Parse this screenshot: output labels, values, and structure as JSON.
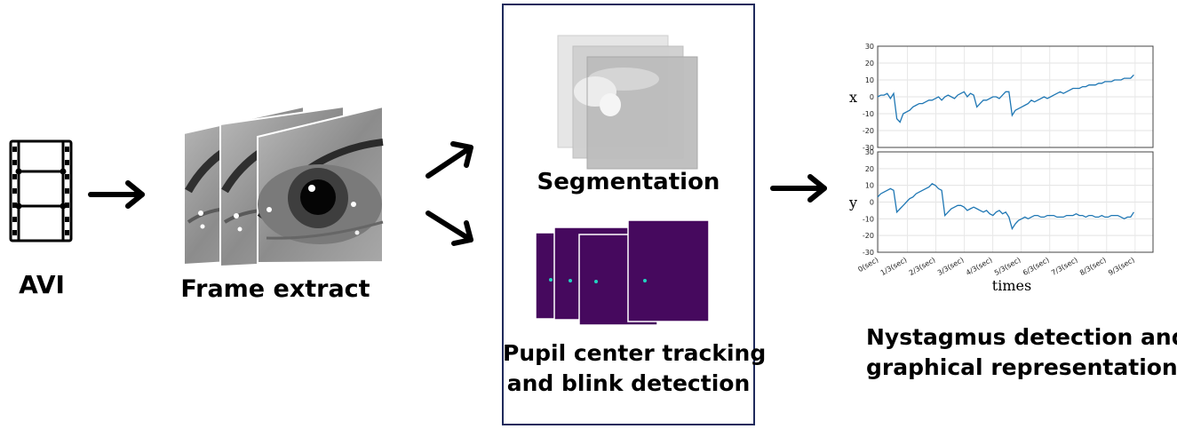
{
  "labels": {
    "avi": "AVI",
    "frame_extract": "Frame extract",
    "segmentation": "Segmentation",
    "tracking_line1": "Pupil center tracking",
    "tracking_line2": "and blink detection",
    "nystagmus_line1": "Nystagmus detection and",
    "nystagmus_line2": "graphical representation"
  },
  "icons": {
    "input": "film-strip-icon",
    "flow": "arrow-right-icon"
  },
  "colors": {
    "box_border": "#1f2a5c",
    "series_line": "#1f77b4",
    "mask_purple": "#46095e",
    "pupil_dot": "#22d3c0"
  },
  "chart_data": [
    {
      "type": "line",
      "ylabel": "x",
      "xlabel": "",
      "ylim": [
        -30,
        30
      ],
      "yticks": [
        30,
        20,
        10,
        0,
        -10,
        -20,
        -30
      ],
      "grid": true,
      "x": [
        0,
        0.05,
        0.1,
        0.15,
        0.2,
        0.25,
        0.3,
        0.35,
        0.4,
        0.45,
        0.5,
        0.55,
        0.6,
        0.65,
        0.7,
        0.75,
        0.8,
        0.85,
        0.9,
        0.95,
        1.0,
        1.05,
        1.1,
        1.15,
        1.2,
        1.25,
        1.3,
        1.35,
        1.4,
        1.45,
        1.5,
        1.55,
        1.6,
        1.65,
        1.7,
        1.75,
        1.8,
        1.85,
        1.9,
        1.95,
        2.0,
        2.05,
        2.1,
        2.15,
        2.2,
        2.25,
        2.3,
        2.35,
        2.4,
        2.45,
        2.5,
        2.55,
        2.6,
        2.65,
        2.7,
        2.75,
        2.8,
        2.85,
        2.9,
        2.95,
        3.0,
        3.05,
        3.1,
        3.15,
        3.2,
        3.25,
        3.3,
        3.35,
        3.4,
        3.45,
        3.5,
        3.55,
        3.6,
        3.65,
        3.7,
        3.75,
        3.8,
        3.85,
        3.9,
        3.95,
        4.0
      ],
      "y": [
        0,
        1,
        1,
        2,
        -1,
        2,
        -13,
        -15,
        -10,
        -9,
        -8,
        -6,
        -5,
        -4,
        -4,
        -3,
        -2,
        -2,
        -1,
        0,
        -2,
        0,
        1,
        0,
        -1,
        1,
        2,
        3,
        0,
        2,
        1,
        -6,
        -4,
        -2,
        -2,
        -1,
        0,
        0,
        -1,
        1,
        3,
        3,
        -11,
        -8,
        -7,
        -6,
        -5,
        -4,
        -2,
        -3,
        -2,
        -1,
        0,
        -1,
        0,
        1,
        2,
        3,
        2,
        3,
        4,
        5,
        5,
        5,
        6,
        6,
        7,
        7,
        7,
        8,
        8,
        9,
        9,
        9,
        10,
        10,
        10,
        11,
        11,
        11,
        13
      ]
    },
    {
      "type": "line",
      "ylabel": "y",
      "xlabel": "times",
      "ylim": [
        -30,
        30
      ],
      "yticks": [
        30,
        20,
        10,
        0,
        -10,
        -20,
        -30
      ],
      "xticks": [
        "0(sec)",
        "1/3(sec)",
        "2/3(sec)",
        "3/3(sec)",
        "4/3(sec)",
        "5/3(sec)",
        "6/3(sec)",
        "7/3(sec)",
        "8/3(sec)",
        "9/3(sec)"
      ],
      "grid": true,
      "x": [
        0,
        0.05,
        0.1,
        0.15,
        0.2,
        0.25,
        0.3,
        0.35,
        0.4,
        0.45,
        0.5,
        0.55,
        0.6,
        0.65,
        0.7,
        0.75,
        0.8,
        0.85,
        0.9,
        0.95,
        1.0,
        1.05,
        1.1,
        1.15,
        1.2,
        1.25,
        1.3,
        1.35,
        1.4,
        1.45,
        1.5,
        1.55,
        1.6,
        1.65,
        1.7,
        1.75,
        1.8,
        1.85,
        1.9,
        1.95,
        2.0,
        2.05,
        2.1,
        2.15,
        2.2,
        2.25,
        2.3,
        2.35,
        2.4,
        2.45,
        2.5,
        2.55,
        2.6,
        2.65,
        2.7,
        2.75,
        2.8,
        2.85,
        2.9,
        2.95,
        3.0,
        3.05,
        3.1,
        3.15,
        3.2,
        3.25,
        3.3,
        3.35,
        3.4,
        3.45,
        3.5,
        3.55,
        3.6,
        3.65,
        3.7,
        3.75,
        3.8,
        3.85,
        3.9,
        3.95,
        4.0
      ],
      "y": [
        3,
        5,
        6,
        7,
        8,
        7,
        -6,
        -4,
        -2,
        0,
        2,
        3,
        5,
        6,
        7,
        8,
        9,
        11,
        10,
        8,
        7,
        -8,
        -6,
        -4,
        -3,
        -2,
        -2,
        -3,
        -5,
        -4,
        -3,
        -4,
        -5,
        -6,
        -5,
        -7,
        -8,
        -6,
        -5,
        -7,
        -6,
        -9,
        -16,
        -13,
        -11,
        -10,
        -9,
        -10,
        -9,
        -8,
        -8,
        -9,
        -9,
        -8,
        -8,
        -8,
        -9,
        -9,
        -9,
        -8,
        -8,
        -8,
        -7,
        -8,
        -8,
        -9,
        -8,
        -8,
        -9,
        -9,
        -8,
        -9,
        -9,
        -8,
        -8,
        -8,
        -9,
        -10,
        -9,
        -9,
        -6
      ]
    }
  ]
}
